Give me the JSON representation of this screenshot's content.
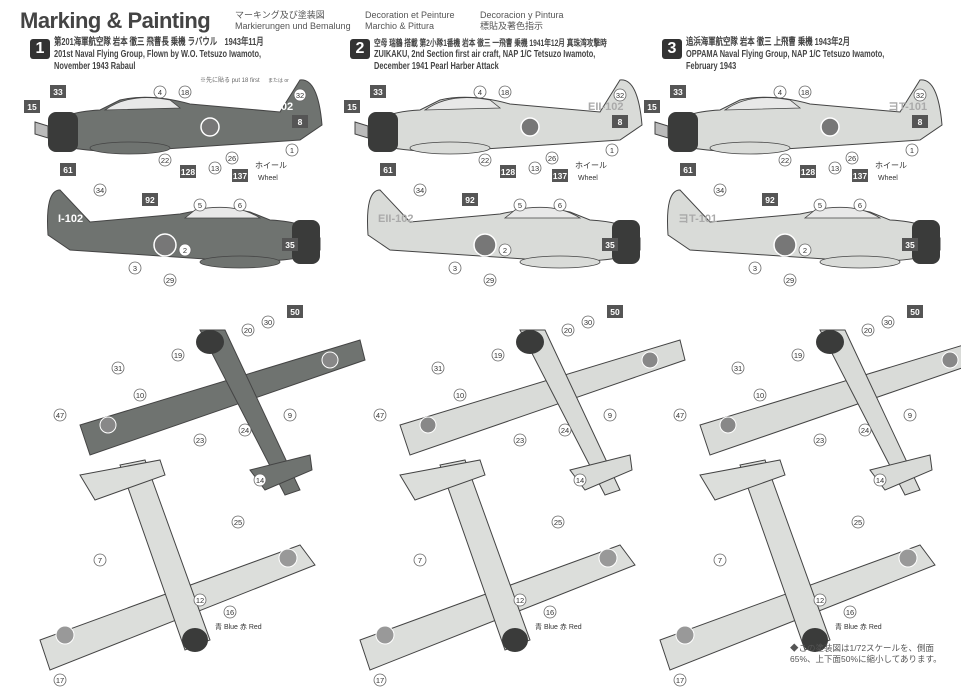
{
  "header": {
    "title": "Marking & Painting",
    "subtitle_jp": "マーキング及び塗装図",
    "subtitle_de": "Markierungen und Bemalung",
    "subtitle_fr": "Decoration et Peinture",
    "subtitle_it": "Marchio & Pittura",
    "subtitle_es": "Decoracion y Pintura",
    "subtitle_cn": "標貼及著色指示"
  },
  "schemes": [
    {
      "number": "1",
      "title_jp": "第201海軍航空隊 岩本 徹三 飛曹長 乗機 ラバウル　1943年11月",
      "title_en_1": "201st Naval Flying Group, Flown by W.O. Tetsuzo Iwamoto,",
      "title_en_2": "November 1943 Rabaul",
      "tail_code": "I-102",
      "color": "#6f7370"
    },
    {
      "number": "2",
      "title_jp": "空母 瑞鶴 搭載 第2小隊1番機 岩本 徹三 一飛曹 乗機 1941年12月 真珠湾攻撃時",
      "title_en_1": "ZUIKAKU, 2nd Section first air craft, NAP 1/C Tetsuzo Iwamoto,",
      "title_en_2": "December 1941 Pearl Harber Attack",
      "tail_code": "EII-102",
      "color": "#d9dbd8"
    },
    {
      "number": "3",
      "title_jp": "追浜海軍航空隊 岩本 徹三 上飛曹 乗機 1943年2月",
      "title_en_1": "OPPAMA Naval Flying Group, NAP 1/C Tetsuzo Iwamoto,",
      "title_en_2": "February 1943",
      "tail_code": "ヨT-101",
      "color": "#d9dbd8"
    }
  ],
  "labels": {
    "wheel_jp": "ホイール",
    "wheel_en": "Wheel",
    "red_jp": "赤",
    "red_en": "Red",
    "blue_jp": "青",
    "blue_en": "Blue",
    "put_first_jp": "※先に貼る",
    "put_first_en": "put 18 first",
    "or_jp": "または",
    "or_en": "or"
  },
  "callouts": [
    "15",
    "33",
    "4",
    "18",
    "32",
    "8",
    "61",
    "128",
    "22",
    "13",
    "26",
    "137",
    "1",
    "50",
    "20",
    "30",
    "19",
    "31",
    "47",
    "9",
    "24",
    "23",
    "25",
    "92",
    "2",
    "5",
    "6",
    "35",
    "10",
    "3",
    "29",
    "34",
    "14",
    "7",
    "12",
    "16",
    "17"
  ],
  "note": "◆この塗装図は1/72スケールを、側面65%、上下面50%に縮小してあります。"
}
